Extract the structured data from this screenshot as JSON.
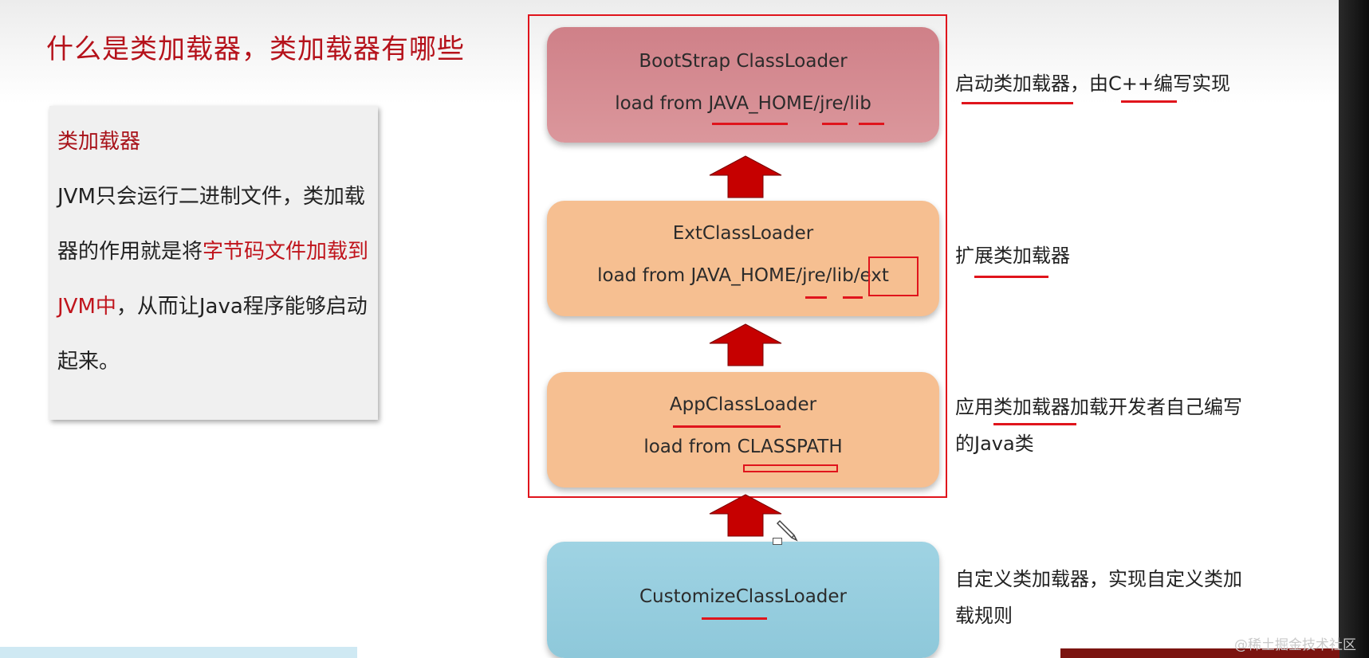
{
  "title": "什么是类加载器，类加载器有哪些",
  "card": {
    "title": "类加载器",
    "body_part1": "JVM只会运行二进制文件，类加载器的作用就是将",
    "body_highlight": "字节码文件加载到JVM中",
    "body_part2": "，从而让Java程序能够启动起来。"
  },
  "loaders": [
    {
      "name": "BootStrap ClassLoader",
      "load": "load from JAVA_HOME/jre/lib",
      "color": "#d78c93",
      "note": "启动类加载器，由C++编写实现"
    },
    {
      "name": "ExtClassLoader",
      "load": "load from JAVA_HOME/jre/lib/ext",
      "color": "#f6bf91",
      "note": "扩展类加载器"
    },
    {
      "name": "AppClassLoader",
      "load": "load from CLASSPATH",
      "color": "#f6bf91",
      "note": "应用类加载器加载开发者自己编写的Java类"
    },
    {
      "name": "CustomizeClassLoader",
      "load": "",
      "color": "#98cfe0",
      "note": "自定义类加载器，实现自定义类加载规则"
    }
  ],
  "accent_color": "#e0141c",
  "watermark": "@稀土掘金技术社区"
}
